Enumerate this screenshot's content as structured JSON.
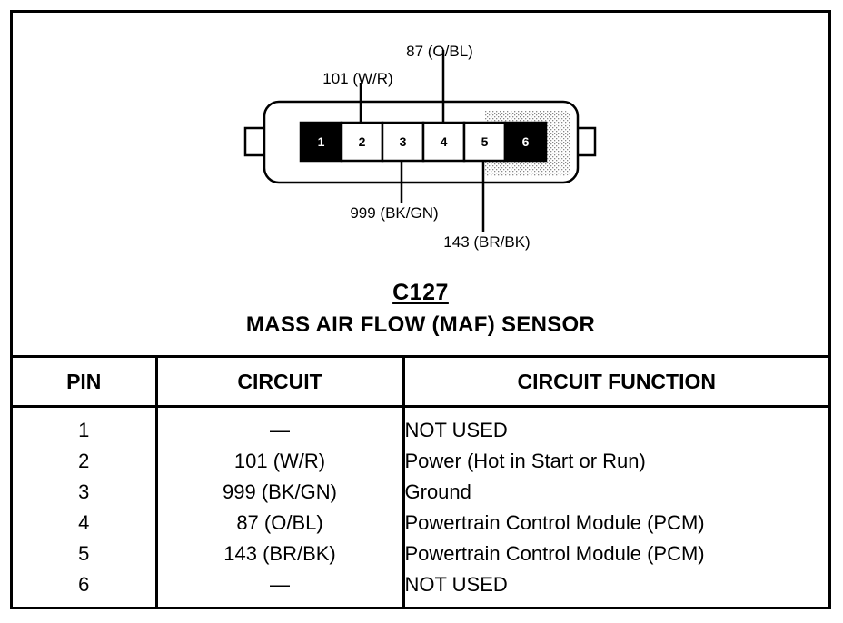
{
  "connector": {
    "id": "C127",
    "name": "MASS AIR FLOW (MAF) SENSOR",
    "cavities": [
      {
        "pin": "1",
        "filled": true
      },
      {
        "pin": "2",
        "filled": false
      },
      {
        "pin": "3",
        "filled": false
      },
      {
        "pin": "4",
        "filled": false
      },
      {
        "pin": "5",
        "filled": false
      },
      {
        "pin": "6",
        "filled": true
      }
    ],
    "callouts": {
      "pin2": "101 (W/R)",
      "pin3": "999 (BK/GN)",
      "pin4": "87 (O/BL)",
      "pin5": "143 (BR/BK)"
    }
  },
  "table": {
    "headers": {
      "pin": "PIN",
      "circuit": "CIRCUIT",
      "function": "CIRCUIT FUNCTION"
    },
    "rows": [
      {
        "pin": "1",
        "circuit": "—",
        "function": "NOT USED"
      },
      {
        "pin": "2",
        "circuit": "101 (W/R)",
        "function": "Power (Hot in Start or Run)"
      },
      {
        "pin": "3",
        "circuit": "999 (BK/GN)",
        "function": "Ground"
      },
      {
        "pin": "4",
        "circuit": "87 (O/BL)",
        "function": "Powertrain Control Module (PCM)"
      },
      {
        "pin": "5",
        "circuit": "143 (BR/BK)",
        "function": "Powertrain Control Module (PCM)"
      },
      {
        "pin": "6",
        "circuit": "—",
        "function": "NOT USED"
      }
    ]
  }
}
